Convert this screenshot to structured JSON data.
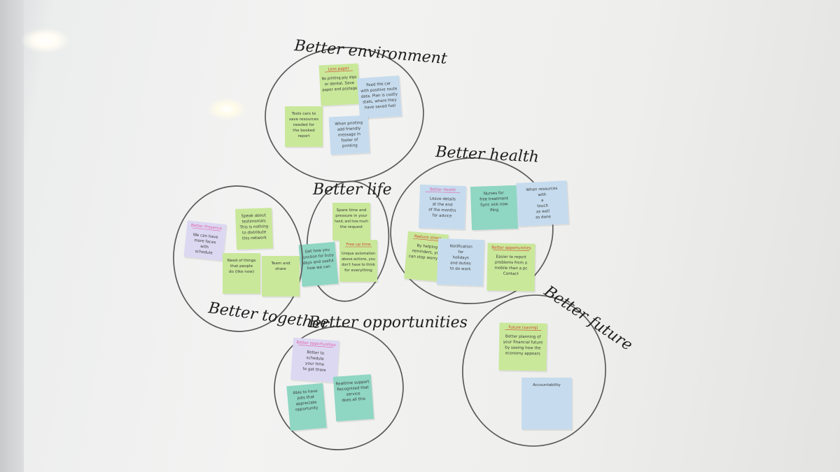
{
  "colors": {
    "wall": "#f1f1f0",
    "marker": "#1e1e1e",
    "note_green": "#c9e89a",
    "note_blue": "#c6dcee",
    "note_teal": "#8fd6c3",
    "note_lilac": "#dcd8f2",
    "ink_red": "#d2452e",
    "ink_pink": "#e35ca8"
  },
  "clusters": [
    {
      "title": "Better environment",
      "notes": [
        {
          "color": "green",
          "title": "Less paper",
          "body": [
            "No printing pay slips",
            "or dental. Save",
            "paper and postage"
          ]
        },
        {
          "color": "blue",
          "title": "",
          "body": [
            "Feed the car",
            "with positive route",
            "data. Plan is costly",
            "stats, where they",
            "have saved fuel"
          ]
        },
        {
          "color": "green",
          "title": "",
          "body": [
            "Tools cars to",
            "save resources",
            "needed for",
            "the booked",
            "report"
          ]
        },
        {
          "color": "blue",
          "title": "",
          "body": [
            "When printing",
            "add friendly",
            "message in",
            "footer of",
            "printing"
          ]
        }
      ]
    },
    {
      "title": "Better health",
      "notes": [
        {
          "color": "blue",
          "title": "Better Health",
          "body": [
            "Leave details",
            "at the end",
            "of the months",
            "for advice"
          ]
        },
        {
          "color": "teal",
          "title": "",
          "body": [
            "Nurses for",
            "free treatment",
            "Sync sick now",
            "Ping"
          ]
        },
        {
          "color": "blue",
          "title": "",
          "body": [
            "When resources",
            "with",
            "a",
            "touch",
            "as well",
            "as done"
          ]
        },
        {
          "color": "green",
          "title": "Reduce stress",
          "body": [
            "By helping",
            "reminders, you",
            "can stop worrying"
          ]
        },
        {
          "color": "blue",
          "title": "",
          "body": [
            "Notification",
            "for",
            "holidays",
            "and duties",
            "to do work"
          ]
        },
        {
          "color": "green",
          "title": "Better opportunities",
          "body": [
            "Easier to report",
            "problems from a",
            "mobile than a pc",
            "Contact"
          ]
        }
      ]
    },
    {
      "title": "Better life",
      "notes": [
        {
          "color": "green",
          "title": "",
          "body": [
            "Spare time and",
            "pressure in your",
            "hand, and how much",
            "the request"
          ]
        },
        {
          "color": "teal",
          "title": "",
          "body": [
            "Get how you",
            "function for busy",
            "days and useful",
            "how we can"
          ]
        },
        {
          "color": "green",
          "title": "Free up time",
          "body": [
            "Unique automation",
            "above actions, you",
            "don't have to think",
            "for everything"
          ]
        }
      ]
    },
    {
      "title": "Better together",
      "notes": [
        {
          "color": "lilac",
          "title": "Better Presence",
          "body": [
            "We can have",
            "more faces",
            "with",
            "schedule"
          ]
        },
        {
          "color": "green",
          "title": "",
          "body": [
            "Speak about",
            "testimonials",
            "This is nothing",
            "to distribute",
            "this network"
          ]
        },
        {
          "color": "green",
          "title": "",
          "body": [
            "Need of things",
            "that people",
            "do (like now)"
          ]
        },
        {
          "color": "green",
          "title": "",
          "body": [
            "Team and",
            "share"
          ]
        }
      ]
    },
    {
      "title": "Better opportunities",
      "notes": [
        {
          "color": "lilac",
          "title": "Better opportunities",
          "body": [
            "Better to",
            "schedule",
            "your time",
            "to get there"
          ]
        },
        {
          "color": "teal",
          "title": "",
          "body": [
            "Able to have",
            "jobs that",
            "appreciate",
            "opportunity"
          ]
        },
        {
          "color": "teal",
          "title": "",
          "body": [
            "Realtime support",
            "Recognized that",
            "service",
            "does all this"
          ]
        }
      ]
    },
    {
      "title": "Better future",
      "notes": [
        {
          "color": "green",
          "title": "Future (saving)",
          "body": [
            "Better planning of",
            "your financial future",
            "by seeing how the",
            "economy appears"
          ]
        },
        {
          "color": "blue",
          "title": "",
          "body": [
            "Accountability"
          ]
        }
      ]
    }
  ]
}
